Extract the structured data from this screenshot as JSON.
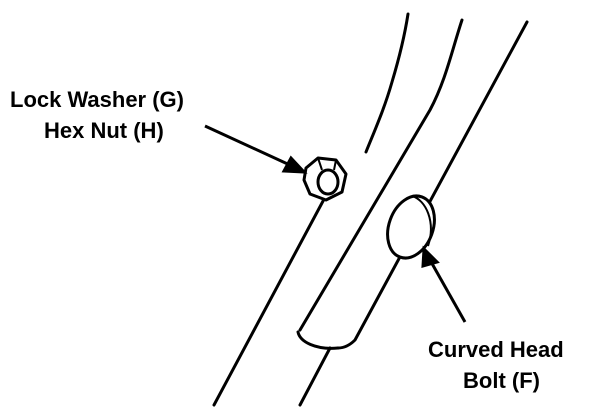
{
  "callouts": {
    "lock_washer": "Lock Washer (G)",
    "hex_nut": "Hex Nut (H)",
    "curved_head_line1": "Curved Head",
    "curved_head_line2": "Bolt (F)"
  },
  "colors": {
    "line": "#000000",
    "background": "#ffffff"
  }
}
